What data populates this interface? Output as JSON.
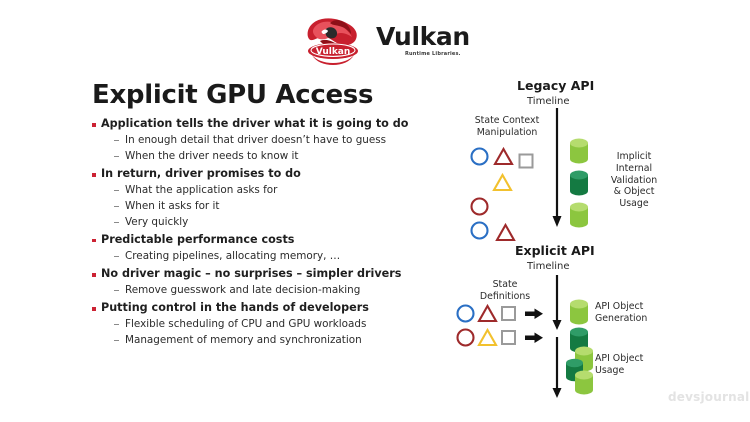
{
  "brand": {
    "name": "Vulkan",
    "tagline": "Runtime Libraries.",
    "logo_icon": "vulkan-dragon-logo",
    "logo_color": "#c8202e"
  },
  "title": "Explicit GPU Access",
  "bullets": [
    {
      "text": "Application tells the driver what it is going to do",
      "subs": [
        "In enough detail that driver doesn’t have to guess",
        "When the driver needs to know it"
      ]
    },
    {
      "text": "In return, driver promises to do",
      "subs": [
        "What the application asks for",
        "When it asks for it",
        "Very quickly"
      ]
    },
    {
      "text": "Predictable performance costs",
      "subs": [
        "Creating pipelines, allocating memory, …"
      ]
    },
    {
      "text": "No driver magic – no surprises – simpler drivers",
      "subs": [
        "Remove guesswork and late decision-making"
      ]
    },
    {
      "text": "Putting control in the hands of developers",
      "subs": [
        "Flexible scheduling of CPU and GPU workloads",
        "Management of memory and synchronization"
      ]
    }
  ],
  "legacy": {
    "title": "Legacy API",
    "timeline_label": "Timeline",
    "left_label": "State Context\nManipulation",
    "left_label_line1": "State Context",
    "left_label_line2": "Manipulation",
    "right_label_line1": "Implicit",
    "right_label_line2": "Internal",
    "right_label_line3": "Validation",
    "right_label_line4": "& Object",
    "right_label_line5": "Usage",
    "shapes": [
      [
        {
          "type": "circle",
          "color": "#2a6fc4"
        },
        {
          "type": "triangle",
          "color": "#9e2a2b"
        },
        {
          "type": "square",
          "color": "#9a9a9a"
        }
      ],
      [
        {
          "type": "triangle",
          "color": "#f2c12e"
        }
      ],
      [
        {
          "type": "circle",
          "color": "#9e2a2b"
        }
      ],
      [
        {
          "type": "circle",
          "color": "#2a6fc4"
        },
        {
          "type": "triangle",
          "color": "#9e2a2b"
        }
      ]
    ],
    "cylinders": [
      {
        "color": "#8cc63f"
      },
      {
        "color": "#168a4a"
      },
      {
        "color": "#8cc63f"
      }
    ]
  },
  "explicit": {
    "title": "Explicit API",
    "timeline_label": "Timeline",
    "left_label_line1": "State",
    "left_label_line2": "Definitions",
    "generation_label_line1": "API Object",
    "generation_label_line2": "Generation",
    "usage_label_line1": "API Object",
    "usage_label_line2": "Usage",
    "shapes": [
      [
        {
          "type": "circle",
          "color": "#2a6fc4"
        },
        {
          "type": "triangle",
          "color": "#9e2a2b"
        },
        {
          "type": "square",
          "color": "#9a9a9a"
        }
      ],
      [
        {
          "type": "circle",
          "color": "#9e2a2b"
        },
        {
          "type": "triangle",
          "color": "#f2c12e"
        },
        {
          "type": "square",
          "color": "#9a9a9a"
        }
      ]
    ],
    "generation_cylinders": [
      {
        "color": "#8cc63f"
      },
      {
        "color": "#168a4a"
      }
    ],
    "usage_cylinders": [
      {
        "color": "#8cc63f"
      },
      {
        "color": "#168a4a"
      },
      {
        "color": "#8cc63f"
      }
    ]
  },
  "watermark": "devsjournal",
  "colors": {
    "bullet_red": "#cc2233",
    "sub_dash_gray": "#8a8a8a",
    "text_dark": "#1a1a1a",
    "green_light": "#8cc63f",
    "green_dark": "#168a4a",
    "blue": "#2a6fc4",
    "red": "#9e2a2b",
    "yellow": "#f2c12e",
    "gray": "#9a9a9a"
  }
}
